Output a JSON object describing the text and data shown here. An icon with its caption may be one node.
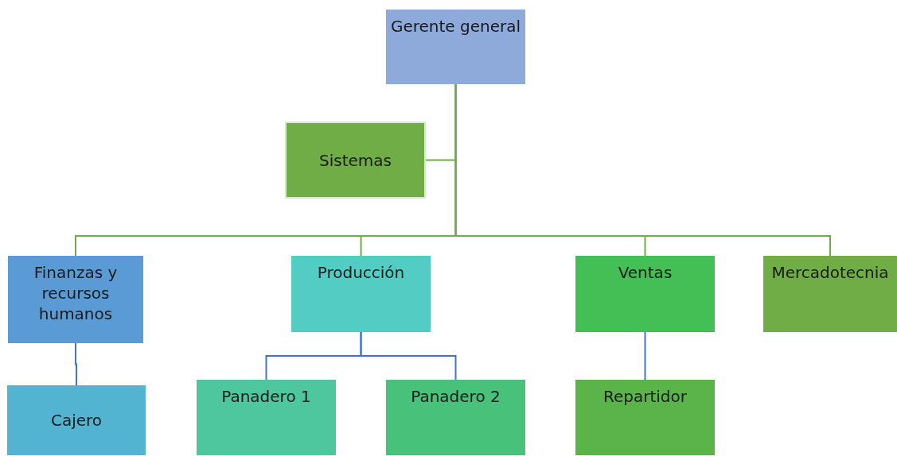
{
  "diagram": {
    "nodes": [
      {
        "text": [
          "Gerente general"
        ]
      },
      {
        "text": [
          "Sistemas"
        ]
      },
      {
        "text": [
          "Finanzas y recursos humanos"
        ]
      },
      {
        "text": [
          "Producción"
        ]
      },
      {
        "text": [
          "Ventas"
        ]
      },
      {
        "text": [
          "Mercadotecnia"
        ]
      },
      {
        "text": [
          "Cajero"
        ]
      },
      {
        "text": [
          "Panadero 1"
        ]
      },
      {
        "text": [
          "Panadero 2"
        ]
      },
      {
        "text": [
          "Repartidor"
        ]
      }
    ],
    "edges": [
      {
        "from": 0,
        "to": 1,
        "arrow": "none"
      },
      {
        "from": 0,
        "to": 2,
        "arrow": "none"
      },
      {
        "from": 0,
        "to": 3,
        "arrow": "none"
      },
      {
        "from": 0,
        "to": 4,
        "arrow": "none"
      },
      {
        "from": 0,
        "to": 5,
        "arrow": "none"
      },
      {
        "from": 2,
        "to": 6,
        "arrow": "none",
        "color": "#4472c4"
      },
      {
        "from": 3,
        "to": 7,
        "arrow": "none",
        "color": "#4472c4"
      },
      {
        "from": 3,
        "to": 8,
        "arrow": "none",
        "color": "#4472c4"
      },
      {
        "from": 4,
        "to": 9,
        "arrow": "none",
        "color": "#4472c4"
      }
    ]
  }
}
